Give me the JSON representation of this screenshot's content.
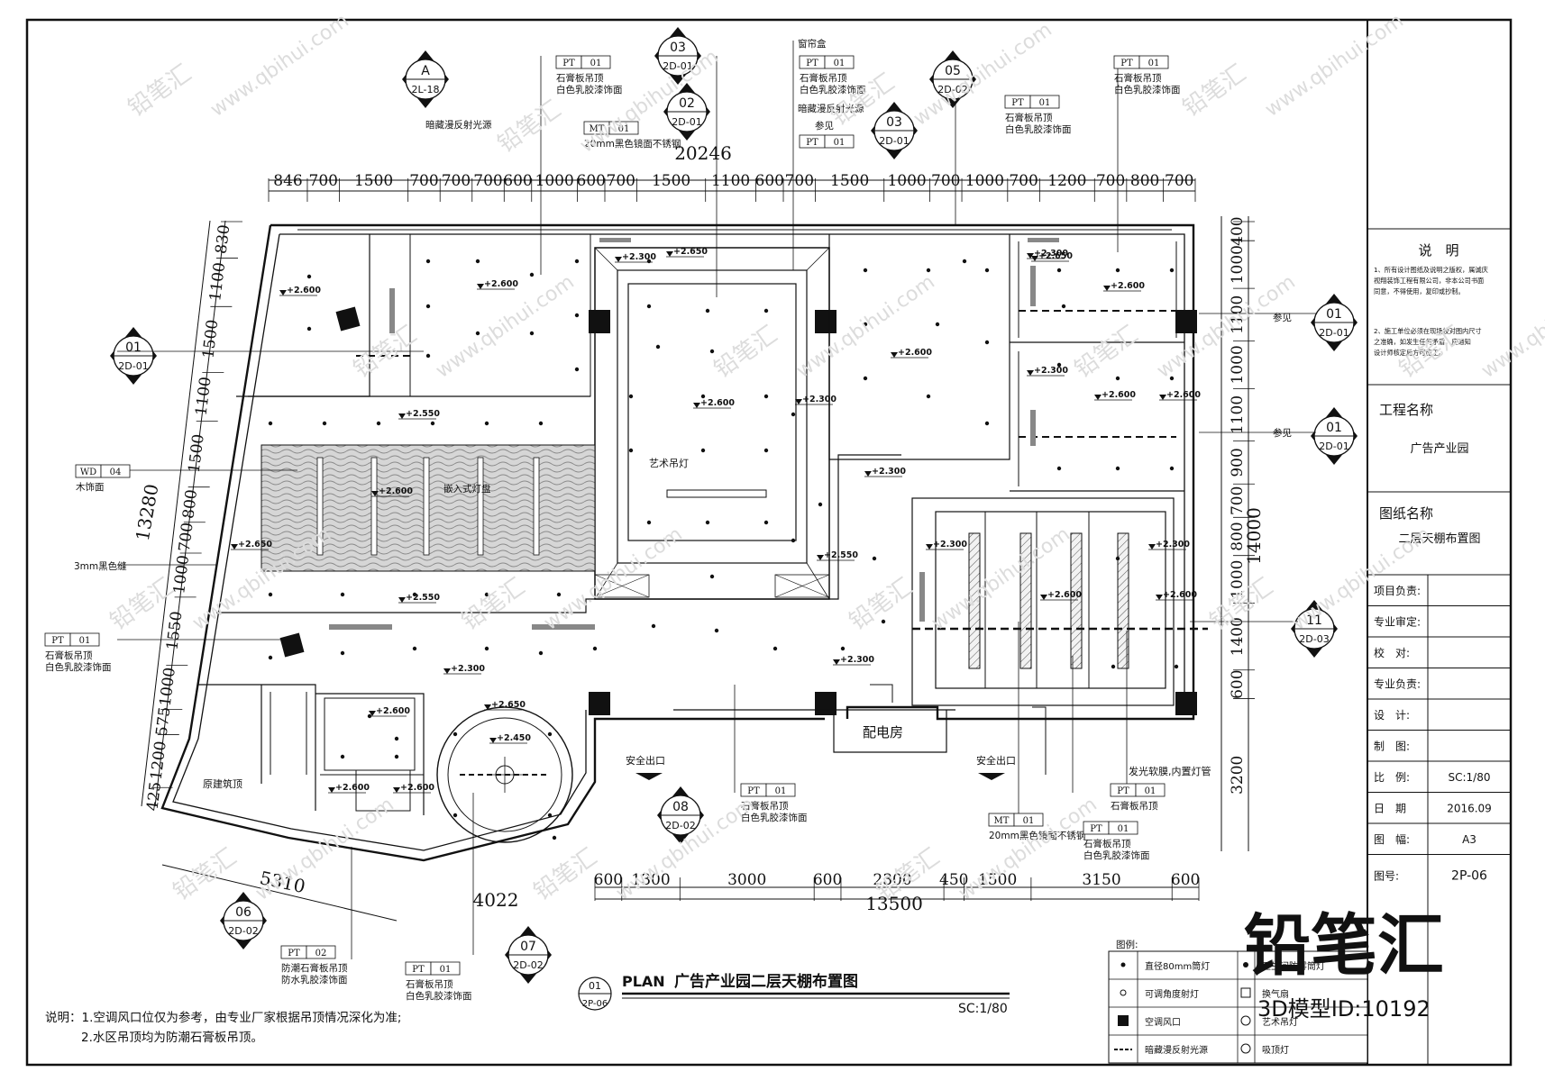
{
  "drawing": {
    "title_prefix": "PLAN",
    "title": "广告产业园二层天棚布置图",
    "scale_label": "SC:1/80",
    "view_no": "01",
    "view_sheet": "2P-06"
  },
  "dimensions": {
    "top_total": "20246",
    "top": [
      "846",
      "700",
      "1500",
      "700",
      "700",
      "700",
      "600",
      "1000",
      "600",
      "700",
      "1500",
      "1100",
      "600",
      "700",
      "1500",
      "1000",
      "700",
      "1000",
      "700",
      "1200",
      "700",
      "800",
      "700"
    ],
    "bottom_total": "13500",
    "bottom": [
      "600",
      "1300",
      "3000",
      "600",
      "2300",
      "450",
      "1500",
      "3150",
      "600"
    ],
    "left_total": "13280",
    "left": [
      "830",
      "1100",
      "1500",
      "1100",
      "1500",
      "800",
      "700",
      "1000",
      "1550",
      "1000",
      "575",
      "1200",
      "425"
    ],
    "right_total": "14000",
    "right": [
      "400",
      "1000",
      "1100",
      "1000",
      "1100",
      "900",
      "700",
      "800",
      "1000",
      "1400",
      "600",
      "3200"
    ],
    "diag_a": "5310",
    "diag_b": "4022"
  },
  "markers": [
    {
      "num": "A",
      "sheet": "2L-18"
    },
    {
      "num": "03",
      "sheet": "2D-01"
    },
    {
      "num": "02",
      "sheet": "2D-01"
    },
    {
      "num": "03",
      "sheet": "2D-01"
    },
    {
      "num": "05",
      "sheet": "2D-02"
    },
    {
      "num": "01",
      "sheet": "2D-01"
    },
    {
      "num": "01",
      "sheet": "2D-01"
    },
    {
      "num": "01",
      "sheet": "2D-01"
    },
    {
      "num": "11",
      "sheet": "2D-03"
    },
    {
      "num": "08",
      "sheet": "2D-02"
    },
    {
      "num": "06",
      "sheet": "2D-02"
    },
    {
      "num": "07",
      "sheet": "2D-02"
    }
  ],
  "tags": {
    "pt01": "PT",
    "pt01_num": "01",
    "pt02_num": "02",
    "mt01": "MT",
    "wd04": "WD",
    "wd04_num": "04",
    "pt_gypsum": "石膏板吊顶",
    "pt_paint": "白色乳胶漆饰面",
    "mt_desc": "20mm黑色镜面不锈钢",
    "wd_desc": "木饰面",
    "pt02_a": "防潮石膏板吊顶",
    "pt02_b": "防水乳胶漆饰面",
    "curtain": "窗帘盒",
    "hidden_light": "暗藏漫反射光源",
    "see": "参见",
    "seam": "3mm黑色缝",
    "embed": "嵌入式灯盘",
    "art_lamp": "艺术吊灯",
    "luminous": "发光软膜,内置灯管",
    "power_room": "配电房",
    "exit": "安全出口",
    "orig_roof": "原建筑顶"
  },
  "levels": [
    "+2.600",
    "+2.650",
    "+2.300",
    "+2.550",
    "+2.450"
  ],
  "notes": {
    "line1": "说明：1.空调风口位仅为参考，由专业厂家根据吊顶情况深化为准;",
    "line2": "2.水区吊顶均为防潮石膏板吊顶。"
  },
  "legend": {
    "title": "图例:",
    "items": [
      "直径80mm筒灯",
      "可调角度射灯",
      "空调风口",
      "暗藏漫反射光源",
      "卫生间防雾筒灯",
      "换气扇",
      "艺术吊灯",
      "吸顶灯"
    ]
  },
  "titleblock": {
    "explain_title": "说　明",
    "explain_1": "1、所有设计图纸及说明之版权，属诚庆视翔装饰工程有限公司，非本公司书面同意，不得使用，复印或抄制。",
    "explain_2": "2、施工单位必须在现场校对图内尺寸之准确，如发生任何矛盾，应通知设计师核定后方可施工。",
    "project_label": "工程名称",
    "project_value": "广告产业园",
    "drawing_label": "图纸名称",
    "drawing_value": "二层天棚布置图",
    "rows": [
      {
        "label": "项目负责:",
        "value": ""
      },
      {
        "label": "专业审定:",
        "value": ""
      },
      {
        "label": "校　对:",
        "value": ""
      },
      {
        "label": "专业负责:",
        "value": ""
      },
      {
        "label": "设　计:",
        "value": ""
      },
      {
        "label": "制　图:",
        "value": ""
      },
      {
        "label": "比　例:",
        "value": "SC:1/80"
      },
      {
        "label": "日　期",
        "value": "2016.09"
      },
      {
        "label": "图　幅:",
        "value": "A3"
      }
    ],
    "sheet_label": "图号:",
    "sheet_no": "2P-06"
  },
  "watermark": {
    "brand": "铅笔汇",
    "url": "www.qbihui.com",
    "model_id": "3D模型ID:10192"
  },
  "colors": {
    "line": "#111111",
    "hatch": "#9a9a9a",
    "watermark": "#d9d9d9"
  }
}
